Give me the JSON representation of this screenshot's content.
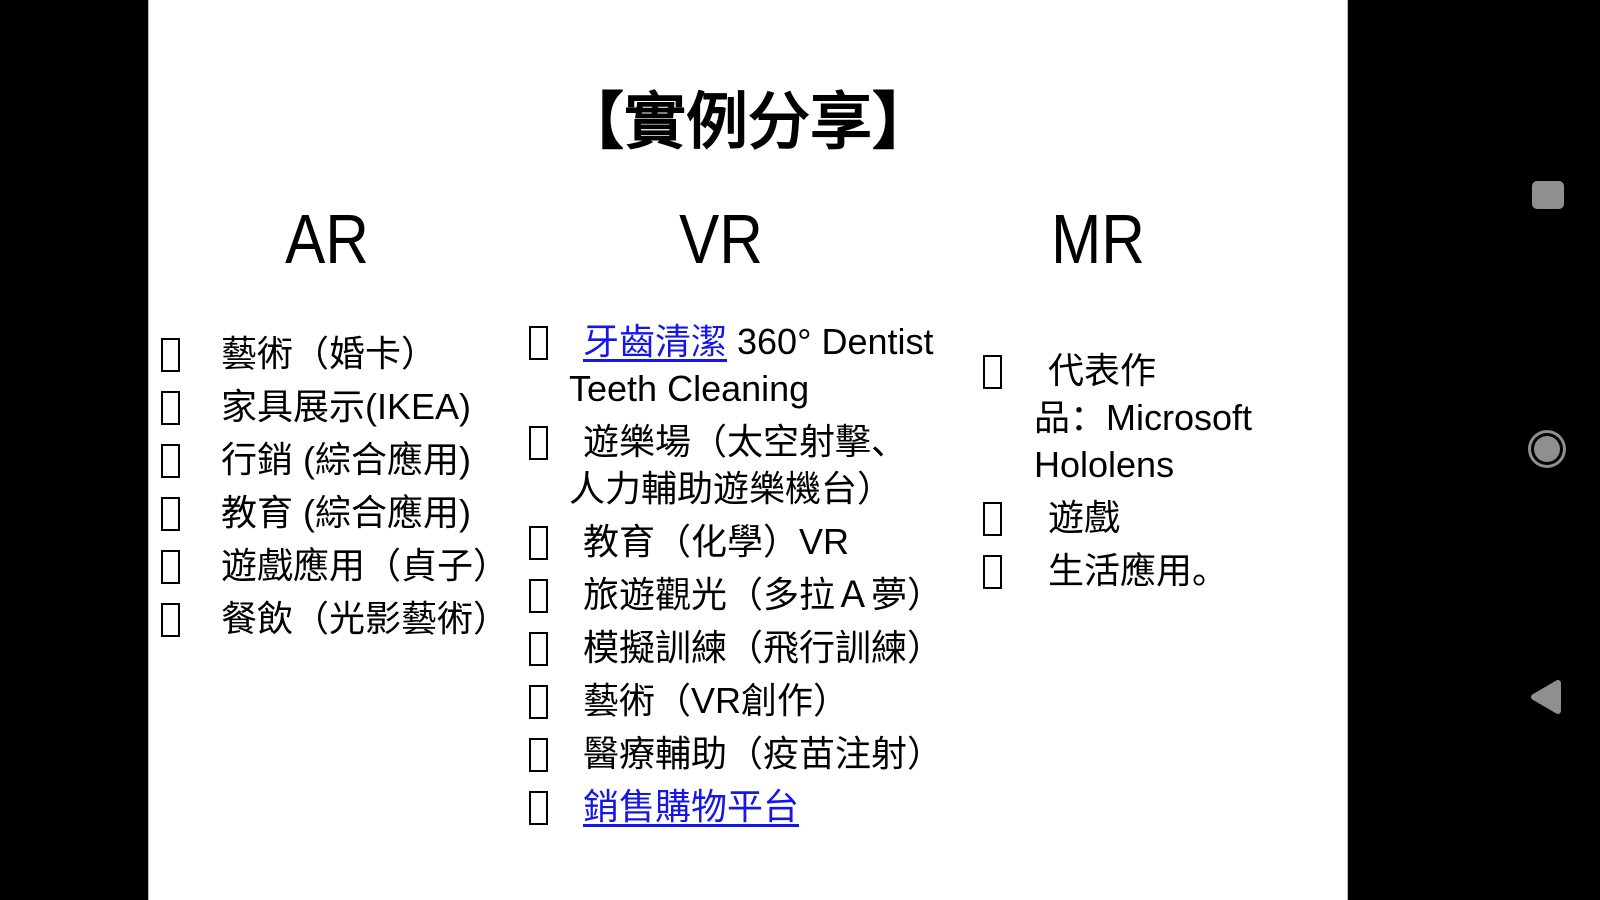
{
  "slide": {
    "title": "【實例分享】",
    "columns": [
      {
        "id": "ar",
        "header": "AR",
        "items": [
          {
            "segments": [
              {
                "text": "藝術（婚卡）"
              }
            ]
          },
          {
            "segments": [
              {
                "text": "家具展示(IKEA)"
              }
            ]
          },
          {
            "segments": [
              {
                "text": "行銷 (綜合應用)"
              }
            ]
          },
          {
            "segments": [
              {
                "text": "教育 (綜合應用)"
              }
            ]
          },
          {
            "segments": [
              {
                "text": "遊戲應用（貞子）"
              }
            ]
          },
          {
            "segments": [
              {
                "text": "餐飲（光影藝術）"
              }
            ]
          }
        ]
      },
      {
        "id": "vr",
        "header": "VR",
        "items": [
          {
            "segments": [
              {
                "text": "牙齒清潔",
                "link": true
              },
              {
                "text": " 360° Dentist Teeth Cleaning"
              }
            ]
          },
          {
            "segments": [
              {
                "text": "遊樂場（太空射擊、人力輔助遊樂機台）"
              }
            ]
          },
          {
            "segments": [
              {
                "text": "教育（化學）VR"
              }
            ]
          },
          {
            "segments": [
              {
                "text": "旅遊觀光（多拉Ａ夢）"
              }
            ]
          },
          {
            "segments": [
              {
                "text": "模擬訓練（飛行訓練）"
              }
            ]
          },
          {
            "segments": [
              {
                "text": "藝術（VR創作）"
              }
            ]
          },
          {
            "segments": [
              {
                "text": "醫療輔助（疫苗注射）"
              }
            ]
          },
          {
            "segments": [
              {
                "text": "銷售購物平台",
                "link": true
              }
            ]
          }
        ]
      },
      {
        "id": "mr",
        "header": "MR",
        "items": [
          {
            "segments": [
              {
                "text": "代表作\n品：Microsoft\nHololens"
              }
            ]
          },
          {
            "segments": [
              {
                "text": "遊戲"
              }
            ]
          },
          {
            "segments": [
              {
                "text": "生活應用。"
              }
            ]
          }
        ]
      }
    ]
  },
  "nav": {
    "recents_icon": "recents-square",
    "home_icon": "home-circle",
    "back_icon": "back-triangle"
  },
  "colors": {
    "slide_bg": "#ffffff",
    "bar_bg": "#000000",
    "text": "#000000",
    "link": "#1616e8",
    "nav_button": "#8f8f8f"
  }
}
